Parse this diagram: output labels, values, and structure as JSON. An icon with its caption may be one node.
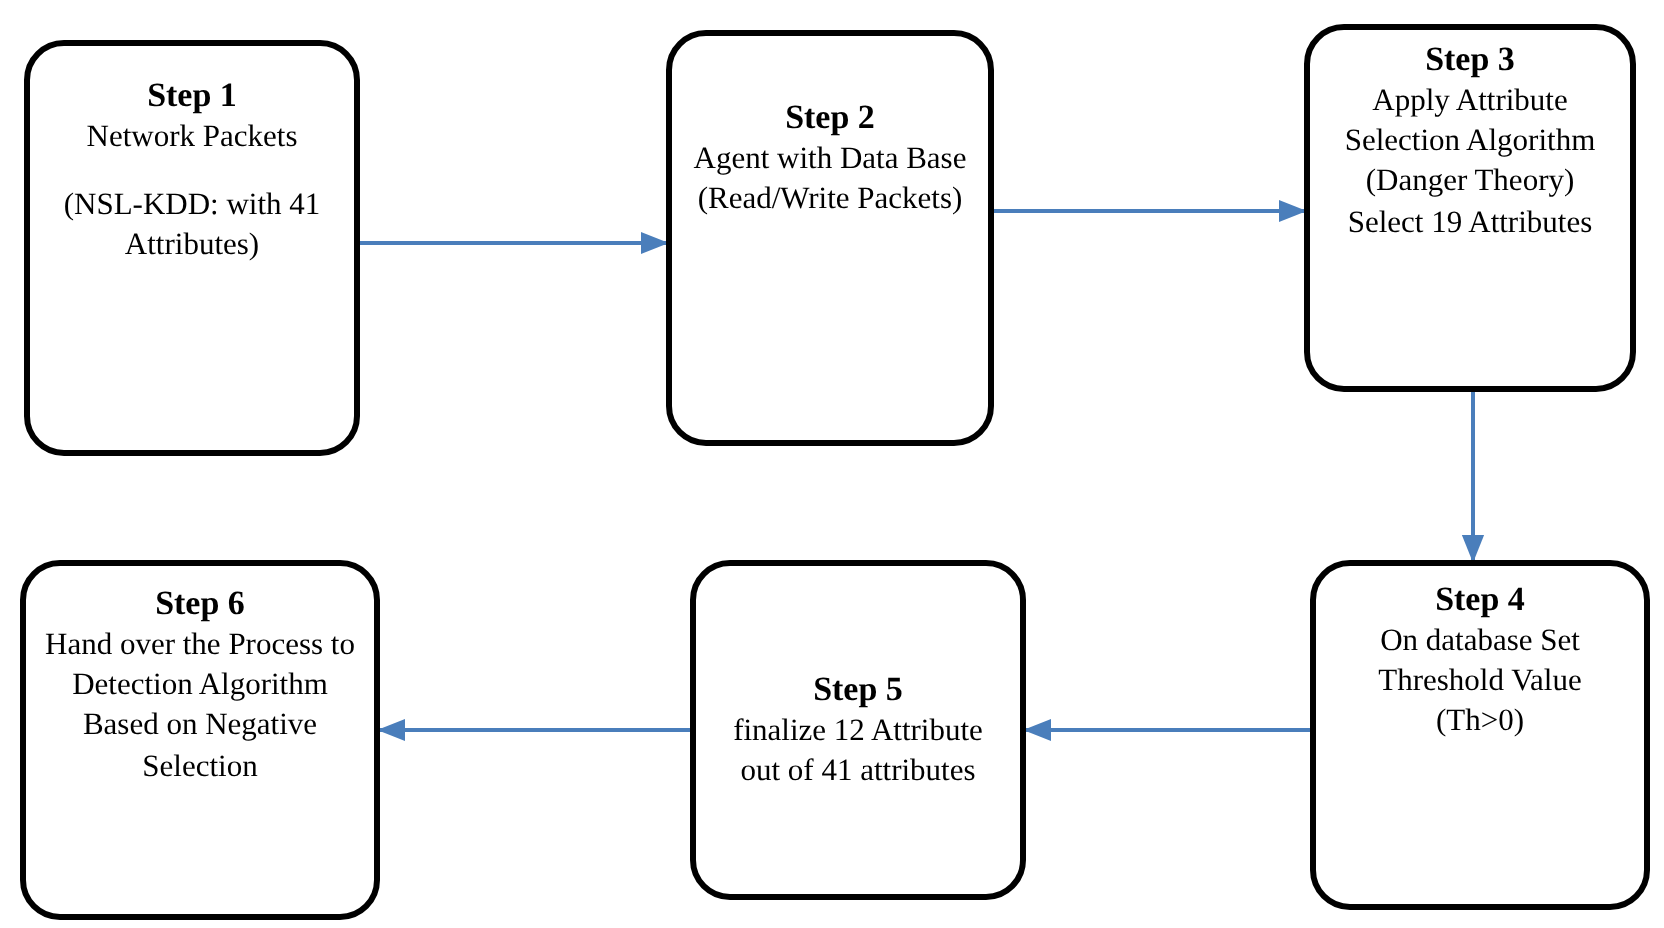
{
  "diagram": {
    "nodes": [
      {
        "text": [
          "Step 1",
          "Network Packets",
          "(NSL-KDD: with 41 Attributes)"
        ]
      },
      {
        "text": [
          "Step 2",
          "Agent with Data Base (Read/Write Packets)"
        ]
      },
      {
        "text": [
          "Step 3",
          "Apply Attribute Selection Algorithm (Danger Theory) Select 19 Attributes"
        ]
      },
      {
        "text": [
          "Step 4",
          "On database Set Threshold Value (Th>0)"
        ]
      },
      {
        "text": [
          "Step 5",
          "finalize 12 Attribute out of 41 attributes"
        ]
      },
      {
        "text": [
          "Step 6",
          "Hand over the Process to Detection Algorithm Based on Negative Selection"
        ]
      }
    ],
    "edges": [
      {
        "from": 0,
        "to": 1,
        "arrow": "to"
      },
      {
        "from": 1,
        "to": 2,
        "arrow": "to"
      },
      {
        "from": 2,
        "to": 3,
        "arrow": "to"
      },
      {
        "from": 3,
        "to": 4,
        "arrow": "to"
      },
      {
        "from": 4,
        "to": 5,
        "arrow": "to"
      }
    ]
  }
}
